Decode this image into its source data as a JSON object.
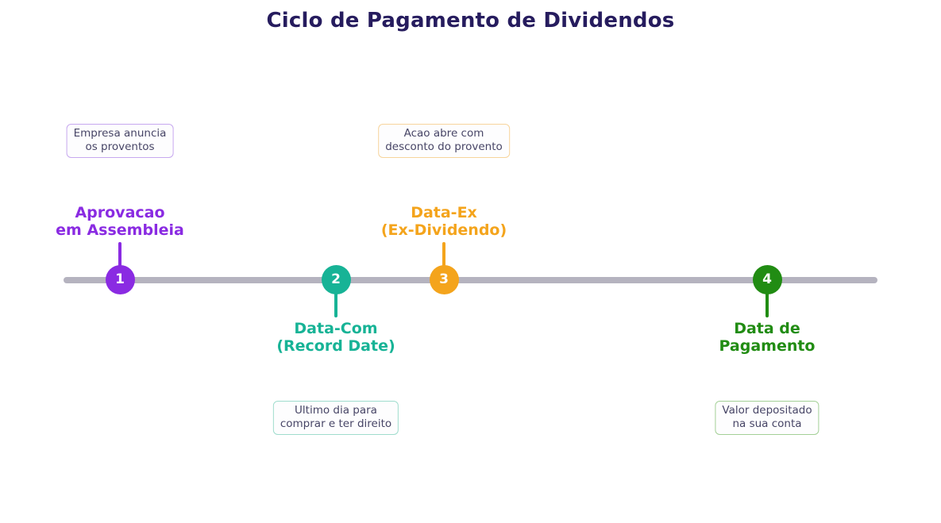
{
  "title": "Ciclo de Pagamento de Dividendos",
  "colors": {
    "purple": "#8a2be2",
    "purple_light": "#c7a8ef",
    "teal": "#17b396",
    "teal_light": "#9fdccd",
    "orange": "#f4a41c",
    "orange_light": "#f7d49c",
    "green": "#218c13",
    "green_light": "#a3d096",
    "track": "#b5b3bf",
    "title_text": "#261c5e",
    "note_text": "#474566",
    "note_bg": "#fdfdfe"
  },
  "milestones": [
    {
      "number": "1",
      "label_line1": "Aprovacao",
      "label_line2": "em Assembleia",
      "note_line1": "Empresa anuncia",
      "note_line2": "os proventos",
      "color": "#8a2be2",
      "note_border": "#c7a8ef",
      "orientation": "above"
    },
    {
      "number": "2",
      "label_line1": "Data-Com",
      "label_line2": "(Record Date)",
      "note_line1": "Ultimo dia para",
      "note_line2": "comprar e ter direito",
      "color": "#17b396",
      "note_border": "#9fdccd",
      "orientation": "below"
    },
    {
      "number": "3",
      "label_line1": "Data-Ex",
      "label_line2": "(Ex-Dividendo)",
      "note_line1": "Acao abre com",
      "note_line2": "desconto do provento",
      "color": "#f4a41c",
      "note_border": "#f7d49c",
      "orientation": "above"
    },
    {
      "number": "4",
      "label_line1": "Data de",
      "label_line2": "Pagamento",
      "note_line1": "Valor depositado",
      "note_line2": "na sua conta",
      "color": "#218c13",
      "note_border": "#a3d096",
      "orientation": "below"
    }
  ]
}
